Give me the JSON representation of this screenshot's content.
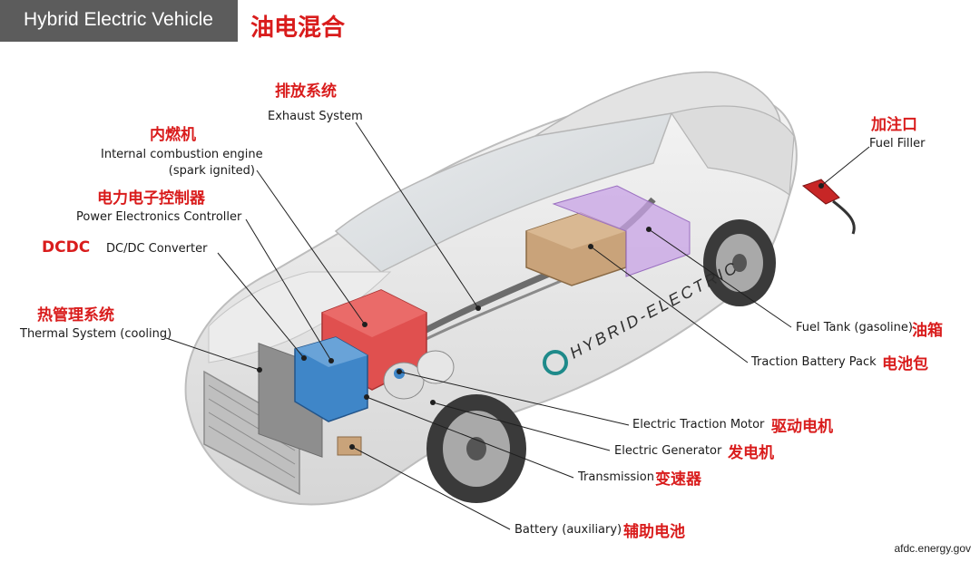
{
  "header": {
    "title_en": "Hybrid Electric Vehicle",
    "title_zh": "油电混合"
  },
  "components": {
    "exhaust": {
      "zh": "排放系统",
      "en": "Exhaust System"
    },
    "engine": {
      "zh": "内燃机",
      "en_line1": "Internal combustion engine",
      "en_line2": "(spark ignited)"
    },
    "pec": {
      "zh": "电力电子控制器",
      "en": "Power Electronics Controller"
    },
    "dcdc": {
      "zh": "DCDC",
      "en": "DC/DC Converter"
    },
    "thermal": {
      "zh": "热管理系统",
      "en": "Thermal System (cooling)"
    },
    "fuel_filler": {
      "zh": "加注口",
      "en": "Fuel Filler"
    },
    "fuel_tank": {
      "en": "Fuel Tank (gasoline)",
      "zh": "油箱"
    },
    "traction_battery": {
      "en": "Traction Battery Pack",
      "zh": "电池包"
    },
    "traction_motor": {
      "en": "Electric Traction Motor",
      "zh": "驱动电机"
    },
    "generator": {
      "en": "Electric Generator",
      "zh": "发电机"
    },
    "transmission": {
      "en": "Transmission",
      "zh": "变速器"
    },
    "aux_battery": {
      "en": "Battery (auxiliary)",
      "zh": "辅助电池"
    }
  },
  "car_side_text": "HYBRID-ELECTRIC",
  "credit": "afdc.energy.gov",
  "colors": {
    "title_bar": "#5c5c5c",
    "chinese_label": "#d91c1c",
    "engine": "#e0504f",
    "battery_pack": "#c9a37a",
    "fuel_tank": "#c8a3e6",
    "electronics": "#3f86c8"
  }
}
